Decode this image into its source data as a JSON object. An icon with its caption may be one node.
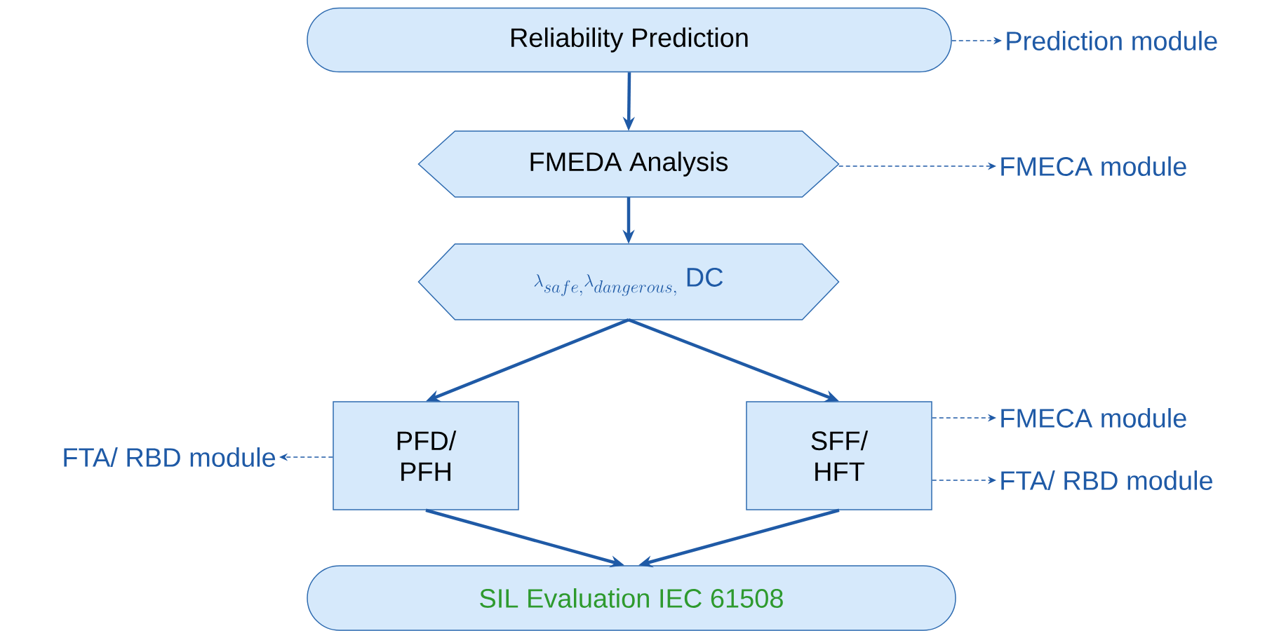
{
  "diagram": {
    "nodes": [
      {
        "text": [
          "Reliability Prediction"
        ]
      },
      {
        "text": [
          "Prediction module"
        ]
      },
      {
        "text": [
          "FMEDA  Analysis"
        ]
      },
      {
        "text": [
          "FMECA module"
        ]
      },
      {
        "text": [
          "\\lambda_{safe,}\\lambda_{dangerous,}\\ \\mathrm{DC}"
        ]
      },
      {
        "text": [
          "PFD/ PFH"
        ]
      },
      {
        "text": [
          "SFF/ HFT"
        ]
      },
      {
        "text": [
          "FTA/ RBD module"
        ]
      },
      {
        "text": [
          "FMECA module"
        ]
      },
      {
        "text": [
          "FTA/ RBD module"
        ]
      },
      {
        "text": [
          "SIL Evaluation IEC 61508"
        ]
      }
    ],
    "edges": [
      {
        "from": 0,
        "to": 2,
        "arrow": "to"
      },
      {
        "from": 0,
        "to": 1,
        "arrow": "to",
        "style": "dashed"
      },
      {
        "from": 2,
        "to": 4,
        "arrow": "to"
      },
      {
        "from": 2,
        "to": 3,
        "arrow": "to",
        "style": "dashed"
      },
      {
        "from": 4,
        "to": 5,
        "arrow": "to"
      },
      {
        "from": 4,
        "to": 6,
        "arrow": "to"
      },
      {
        "from": 5,
        "to": 7,
        "arrow": "to",
        "style": "dashed"
      },
      {
        "from": 6,
        "to": 8,
        "arrow": "to",
        "style": "dashed"
      },
      {
        "from": 6,
        "to": 9,
        "arrow": "to",
        "style": "dashed"
      },
      {
        "from": 5,
        "to": 10,
        "arrow": "to"
      },
      {
        "from": 6,
        "to": 10,
        "arrow": "to"
      }
    ]
  }
}
